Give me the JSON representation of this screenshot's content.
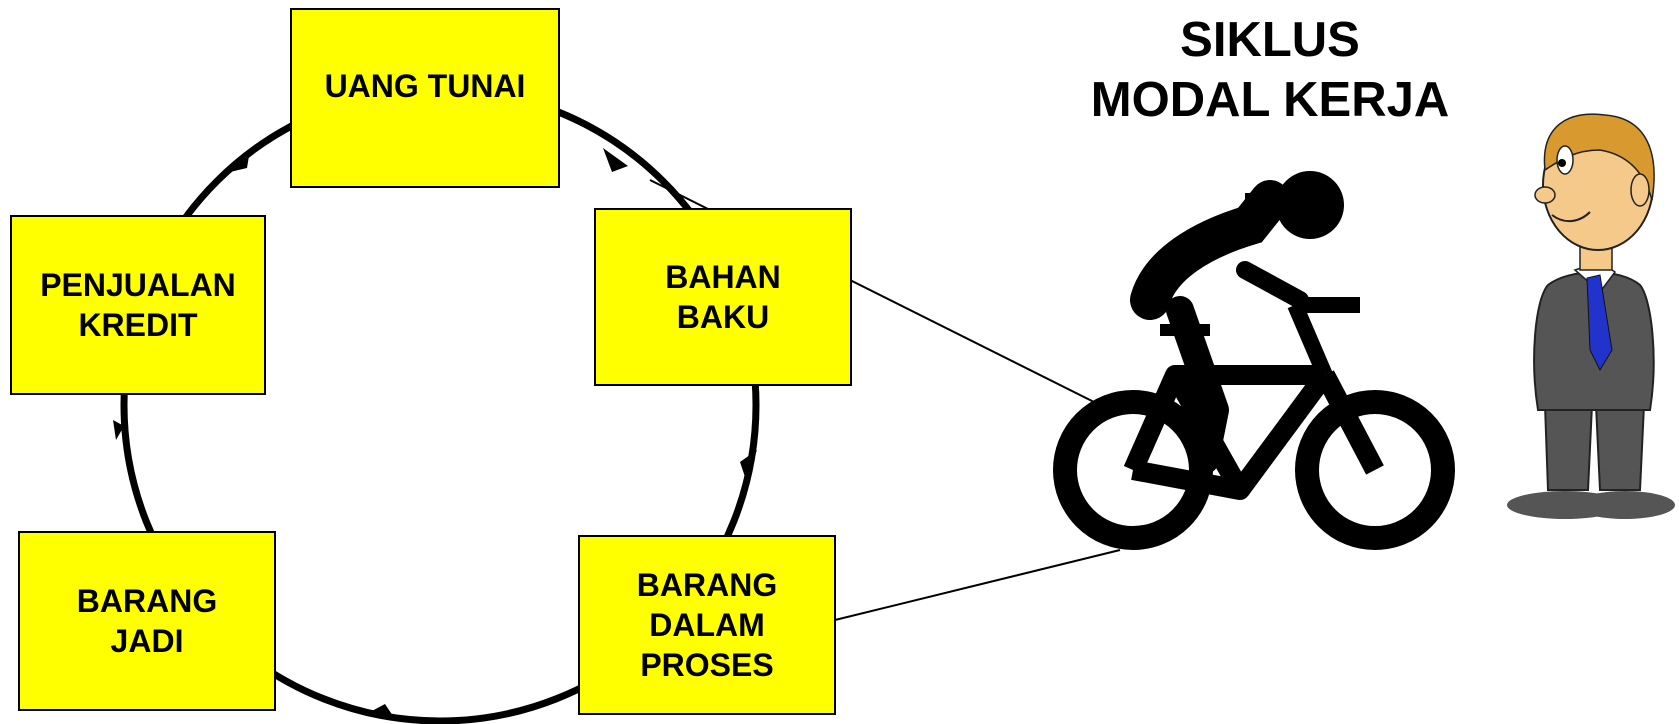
{
  "title": "SIKLUS\nMODAL KERJA",
  "steps": [
    {
      "id": "uang-tunai",
      "label": "UANG TUNAI"
    },
    {
      "id": "bahan-baku",
      "label": "BAHAN\nBAKU"
    },
    {
      "id": "barang-dalam-proses",
      "label": "BARANG\nDALAM\nPROSES"
    },
    {
      "id": "barang-jadi",
      "label": "BARANG\nJADI"
    },
    {
      "id": "penjualan-kredit",
      "label": "PENJUALAN\nKREDIT"
    }
  ],
  "colors": {
    "box_fill": "#ffff00",
    "outline": "#000000",
    "skin": "#f5c98a",
    "hair": "#d89a2e",
    "suit": "#555555",
    "tie": "#2233cc"
  },
  "icons": [
    "cyclist-icon",
    "businessman-icon"
  ]
}
